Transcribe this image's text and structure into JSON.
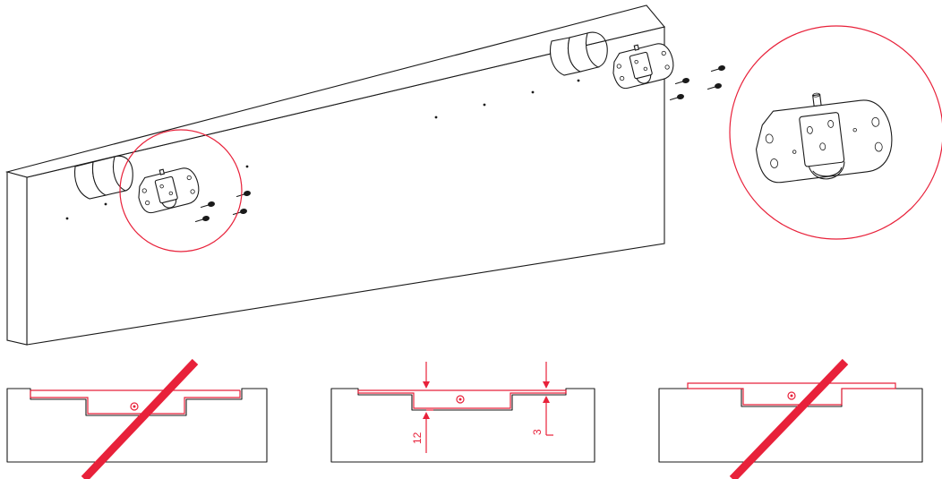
{
  "dimensions": {
    "depth_label": "12",
    "offset_label": "3"
  },
  "colors": {
    "accent": "#e8213a",
    "line": "#1a1a1a"
  },
  "icons": [
    "prohibited-slash",
    "screw",
    "roller-bracket",
    "detail-magnifier-circle"
  ]
}
